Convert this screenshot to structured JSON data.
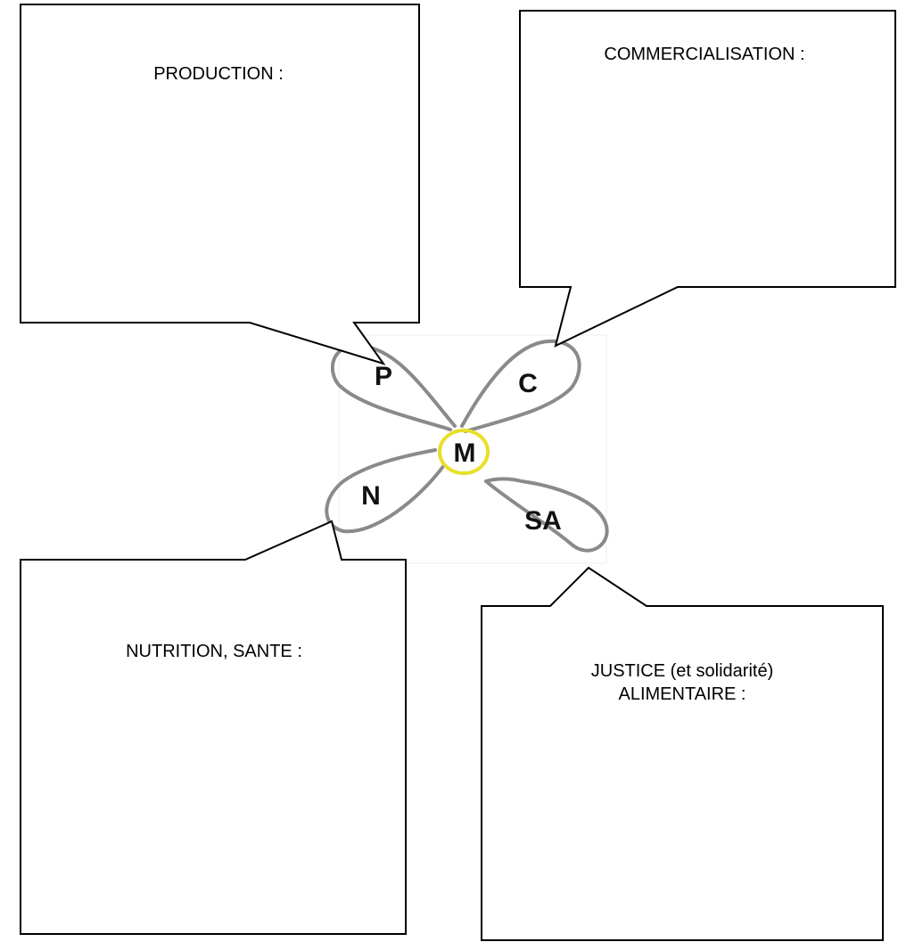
{
  "callouts": {
    "production": {
      "label": "PRODUCTION :"
    },
    "commercialisation": {
      "label": "COMMERCIALISATION :"
    },
    "nutrition": {
      "label": "NUTRITION, SANTE :"
    },
    "justice": {
      "line1": "JUSTICE (et solidarité)",
      "line2": "ALIMENTAIRE :"
    }
  },
  "flower": {
    "center": "M",
    "petals": {
      "top_left": "P",
      "top_right": "C",
      "bottom_left": "N",
      "bottom_right": "SA"
    }
  },
  "colors": {
    "stroke": "#000000",
    "petal_outline": "#8a8a8a",
    "center_ring": "#e8df2a"
  }
}
